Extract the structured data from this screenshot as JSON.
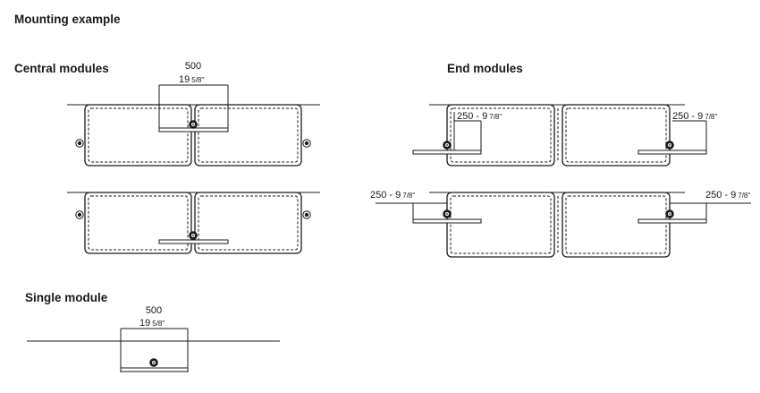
{
  "page": {
    "title": "Mounting example"
  },
  "sections": {
    "central": {
      "label": "Central modules"
    },
    "end": {
      "label": "End modules"
    },
    "single": {
      "label": "Single module"
    }
  },
  "dimensions": {
    "width_mm": "500",
    "width_in_whole": "19",
    "width_in_frac": "5/8\"",
    "offset_mm_range": "250 - 9",
    "offset_in_frac": "7/8\""
  }
}
